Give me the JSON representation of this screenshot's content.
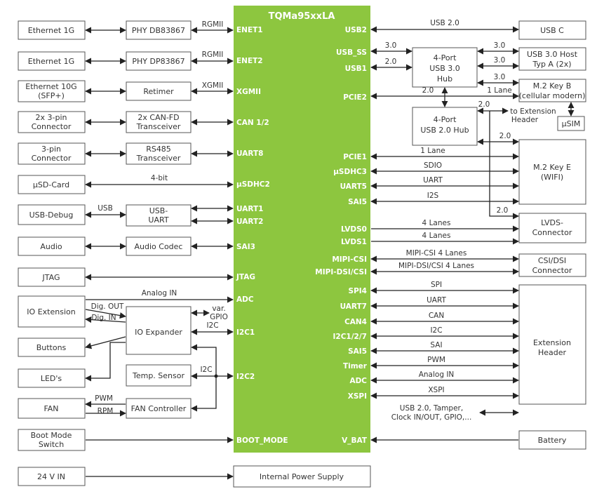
{
  "module": {
    "title": "TQMa95xxLA",
    "color": "#8dc63f"
  },
  "pins_left": {
    "enet1": "ENET1",
    "enet2": "ENET2",
    "xgmii": "XGMII",
    "can": "CAN 1/2",
    "uart8": "UART8",
    "usdhc2": "µSDHC2",
    "uart1": "UART1",
    "uart2": "UART2",
    "sai3": "SAI3",
    "jtag": "JTAG",
    "adc": "ADC",
    "i2c1": "I2C1",
    "i2c2": "I2C2",
    "boot": "BOOT_MODE"
  },
  "pins_right": {
    "usb2": "USB2",
    "usb_ss": "USB_SS",
    "usb1": "USB1",
    "pcie2": "PCIE2",
    "pcie1": "PCIE1",
    "usdhc3": "µSDHC3",
    "uart5": "UART5",
    "sai5": "SAI5",
    "lvds0": "LVDS0",
    "lvds1": "LVDS1",
    "mipi_csi": "MIPI-CSI",
    "mipi_dsi": "MIPI-DSI/CSI",
    "spi4": "SPI4",
    "uart7": "UART7",
    "can4": "CAN4",
    "i2c127": "I2C1/2/7",
    "sai5b": "SAI5",
    "timer": "Timer",
    "adc": "ADC",
    "xspi": "XSPI",
    "vbat": "V_BAT"
  },
  "left_boxes": {
    "eth1": "Ethernet 1G",
    "eth2": "Ethernet 1G",
    "eth10_1": "Ethernet 10G",
    "eth10_2": "(SFP+)",
    "conn2x_1": "2x 3-pin",
    "conn2x_2": "Connector",
    "conn3_1": "3-pin",
    "conn3_2": "Connector",
    "usd": "µSD-Card",
    "usbdbg": "USB-Debug",
    "audio": "Audio",
    "jtag": "JTAG",
    "ioext": "IO Extension",
    "buttons": "Buttons",
    "leds": "LED's",
    "fan": "FAN",
    "boot_1": "Boot Mode",
    "boot_2": "Switch",
    "vin": "24 V IN"
  },
  "mid_boxes": {
    "phy1": "PHY DB83867",
    "phy2": "PHY DP83867",
    "retimer": "Retimer",
    "canfd_1": "2x CAN-FD",
    "canfd_2": "Transceiver",
    "rs485_1": "RS485",
    "rs485_2": "Transceiver",
    "usbuart_1": "USB-",
    "usbuart_2": "UART",
    "codec": "Audio Codec",
    "ioexp": "IO Expander",
    "temp": "Temp. Sensor",
    "fanctl": "FAN Controller",
    "power": "Internal Power Supply"
  },
  "left_labels": {
    "rgmii1": "RGMII",
    "rgmii2": "RGMII",
    "xgmii": "XGMII",
    "bit4": "4-bit",
    "usb": "USB",
    "analog_in": "Analog IN",
    "dig_out": "Dig. OUT",
    "dig_in": "Dig. IN",
    "var_1": "var.",
    "var_2": "GPIO",
    "i2c_a": "I2C",
    "i2c_b": "I2C",
    "pwm": "PWM",
    "rpm": "RPM"
  },
  "right_boxes": {
    "usbc": "USB C",
    "usb30_1": "USB 3.0 Host",
    "usb30_2": "Typ A (2x)",
    "m2b_1": "M.2 Key B",
    "m2b_2": "(cellular modern)",
    "hub3_1": "4-Port",
    "hub3_2": "USB 3.0",
    "hub3_3": "Hub",
    "hub2_1": "4-Port",
    "hub2_2": "USB 2.0 Hub",
    "ext_1": "to Extension",
    "ext_2": "Header",
    "usim": "µSIM",
    "m2e_1": "M.2 Key E",
    "m2e_2": "(WIFI)",
    "lvds_1": "LVDS-",
    "lvds_2": "Connector",
    "csi_1": "CSI/DSI",
    "csi_2": "Connector",
    "exth_1": "Extension",
    "exth_2": "Header",
    "battery": "Battery"
  },
  "right_labels": {
    "usb20": "USB 2.0",
    "v30a": "3.0",
    "v30b": "3.0",
    "v30c": "3.0",
    "v30d": "3.0",
    "v20a": "2.0",
    "v20b": "2.0",
    "v20c": "2.0",
    "v20d": "2.0",
    "v20e": "2.0",
    "lane1b": "1 Lane",
    "lane1e": "1 Lane",
    "sdio": "SDIO",
    "uart": "UART",
    "i2s": "I2S",
    "lanes4a": "4 Lanes",
    "lanes4b": "4 Lanes",
    "mipi4": "MIPI-CSI 4 Lanes",
    "mipidsi4": "MIPI-DSI/CSI 4 Lanes",
    "spi": "SPI",
    "uart_x": "UART",
    "can": "CAN",
    "i2c": "I2C",
    "sai": "SAI",
    "pwm": "PWM",
    "analog": "Analog IN",
    "xspi": "XSPI",
    "misc_1": "USB 2.0, Tamper,",
    "misc_2": "Clock IN/OUT, GPIO,..."
  }
}
